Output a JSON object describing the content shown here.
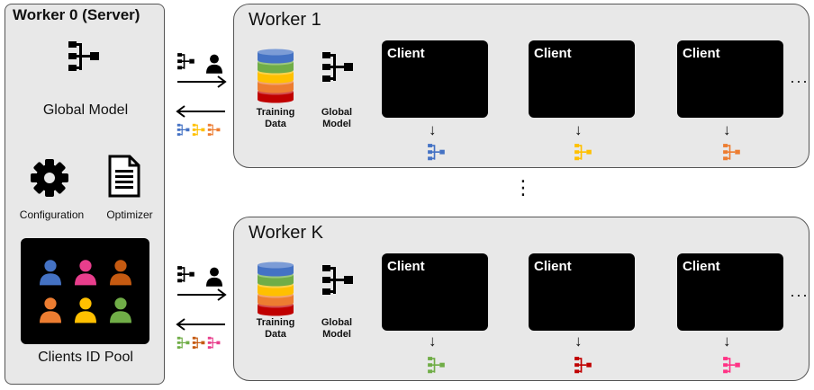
{
  "server": {
    "title": "Worker 0 (Server)",
    "global_model_label": "Global Model",
    "configuration_label": "Configuration",
    "optimizer_label": "Optimizer",
    "clients_pool_label": "Clients ID Pool",
    "pool_colors": [
      "#4472c4",
      "#e83e8c",
      "#c55a11",
      "#ed7d31",
      "#ffc000",
      "#70ad47"
    ]
  },
  "workers": [
    {
      "title": "Worker 1",
      "training_data_label": "Training\nData",
      "global_model_label": "Global\nModel",
      "clients": [
        {
          "label": "Client",
          "color": "#4472c4"
        },
        {
          "label": "Client",
          "color": "#ffc000"
        },
        {
          "label": "Client",
          "color": "#ed7d31"
        }
      ],
      "return_colors": [
        "#4472c4",
        "#ffc000",
        "#ed7d31"
      ]
    },
    {
      "title": "Worker K",
      "training_data_label": "Training\nData",
      "global_model_label": "Global\nModel",
      "clients": [
        {
          "label": "Client",
          "color": "#70ad47"
        },
        {
          "label": "Client",
          "color": "#c00000"
        },
        {
          "label": "Client",
          "color": "#ff3385"
        }
      ],
      "return_colors": [
        "#70ad47",
        "#c55a11",
        "#e83e8c"
      ]
    }
  ],
  "ellipsis_h": "···",
  "ellipsis_v": "⋮",
  "down_arrow": "↓"
}
